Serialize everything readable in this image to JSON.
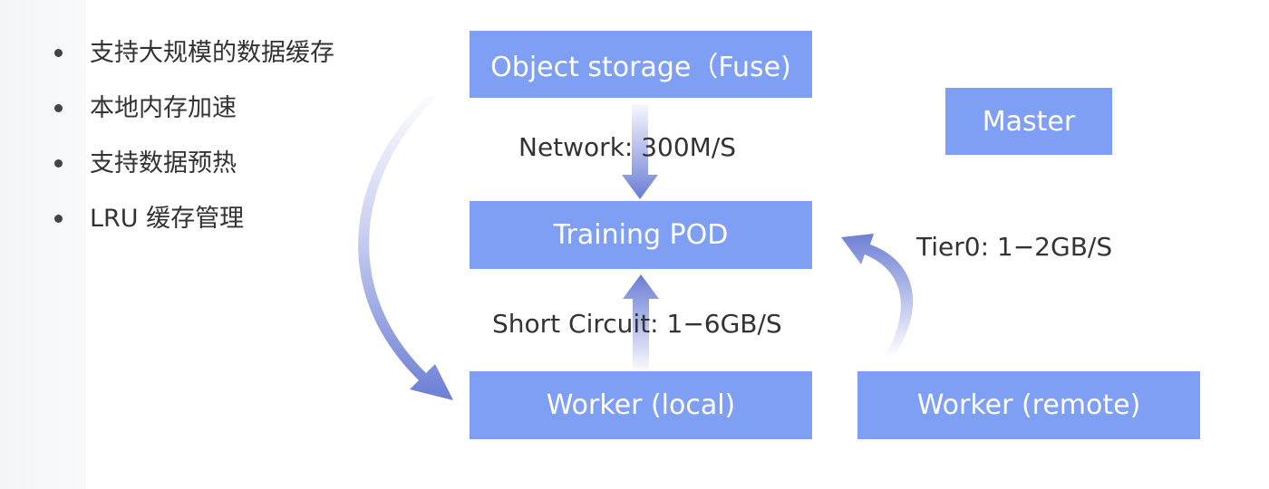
{
  "features": [
    "支持大规模的数据缓存",
    "本地内存加速",
    "支持数据预热",
    "LRU 缓存管理"
  ],
  "nodes": {
    "object_storage": "Object storage（Fuse)",
    "master": "Master",
    "training_pod": "Training POD",
    "worker_local": "Worker (local)",
    "worker_remote": "Worker (remote)"
  },
  "links": {
    "network": "Network: 300M/S",
    "short_circuit": "Short Circuit: 1−6GB/S",
    "tier0": "Tier0: 1−2GB/S"
  },
  "colors": {
    "box": "#7f9ff4",
    "arrow": "#6a7dd4"
  }
}
